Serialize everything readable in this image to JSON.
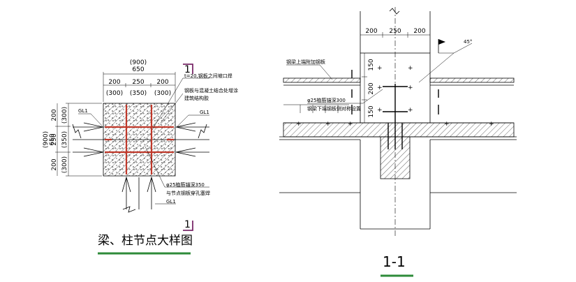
{
  "detail": {
    "title": "梁、柱节点大样图",
    "section_mark": "1",
    "dims_top": {
      "total_outer": "(900)",
      "total_inner": "650",
      "segments": [
        "200",
        "250",
        "200"
      ],
      "segments_paren": [
        "(300)",
        "(350)",
        "(300)"
      ]
    },
    "dims_left": {
      "total_outer": "(900)",
      "total_inner": "650",
      "segments": [
        "200",
        "250",
        "200"
      ],
      "segments_paren": [
        "(300)",
        "(350)",
        "(300)"
      ]
    },
    "labels": {
      "gl_left": "GL1",
      "gl_right": "GL1",
      "gl_bottom": "GL1",
      "note_top_1": "t=20,钢板之间坡口焊",
      "note_top_2": "钢板与混凝土结合处增涂",
      "note_top_3": "建筑结构胶",
      "note_bottom_1": "φ25植筋锚深350",
      "note_bottom_2": "与节点钢板穿孔塞焊"
    }
  },
  "section": {
    "title": "1-1",
    "dims_top": [
      "200",
      "250",
      "200"
    ],
    "dims_side": [
      "150",
      "200",
      "150"
    ],
    "angle": "45°",
    "labels": {
      "note_1": "钢梁上端附加钢板",
      "note_2": "φ25植筋锚深300",
      "note_3": "钢梁下端钢板侧对称设置"
    }
  },
  "colors": {
    "title_underline": "#2e8b3a",
    "rebar": "#c0392b",
    "section_mark": "#7a2a6a"
  }
}
